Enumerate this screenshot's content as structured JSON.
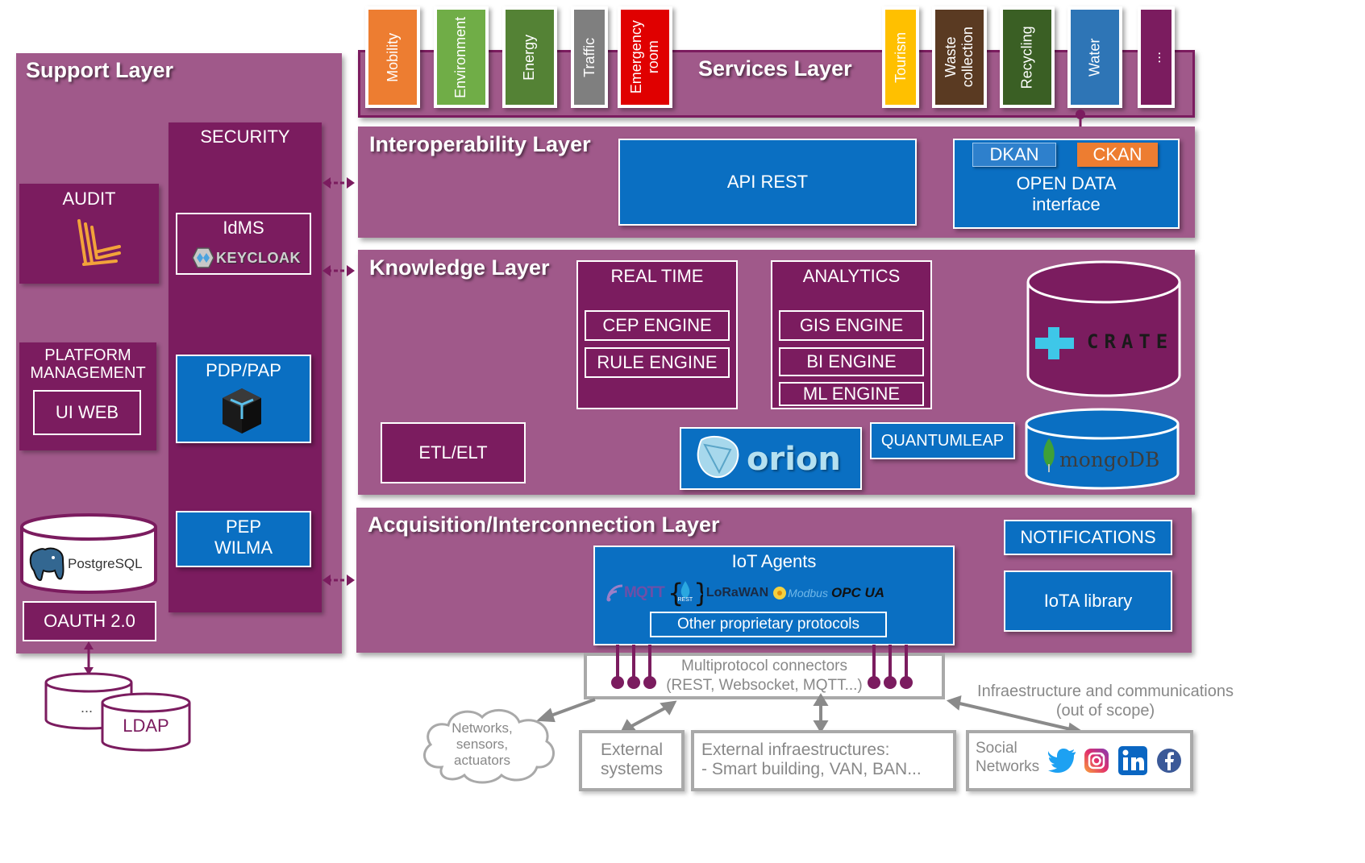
{
  "layers": {
    "support": "Support Layer",
    "services": "Services Layer",
    "interoperability": "Interoperability Layer",
    "knowledge": "Knowledge Layer",
    "acquisition": "Acquisition/Interconnection Layer"
  },
  "support": {
    "security": "SECURITY",
    "audit": "AUDIT",
    "platform_line1": "PLATFORM",
    "platform_line2": "MANAGEMENT",
    "ui_web": "UI WEB",
    "idms": "IdMS",
    "keycloak": "KEYCLOAK",
    "pdp_pap": "PDP/PAP",
    "pep_line1": "PEP",
    "pep_line2": "WILMA",
    "postgres": "PostgreSQL",
    "oauth": "OAUTH 2.0",
    "ldap": "LDAP",
    "ldap_other": "..."
  },
  "services": [
    {
      "label": "Mobility",
      "color": "#ed7d31"
    },
    {
      "label": "Environment",
      "color": "#70ad47"
    },
    {
      "label": "Energy",
      "color": "#548235"
    },
    {
      "label": "Traffic",
      "color": "#7f7f7f"
    },
    {
      "label": "Emergency room",
      "color": "#e00000"
    },
    {
      "label": "Tourism",
      "color": "#ffc000"
    },
    {
      "label": "Waste collection",
      "color": "#5a3a22"
    },
    {
      "label": "Recycling",
      "color": "#3a5f24"
    },
    {
      "label": "Water",
      "color": "#2e75b6"
    },
    {
      "label": "...",
      "color": "#7b1c5f"
    }
  ],
  "interop": {
    "api_rest": "API REST",
    "dkan": "DKAN",
    "ckan": "CKAN",
    "open_data_line1": "OPEN DATA",
    "open_data_line2": "interface"
  },
  "knowledge": {
    "real_time": "REAL TIME",
    "cep": "CEP ENGINE",
    "rule": "RULE ENGINE",
    "analytics": "ANALYTICS",
    "gis": "GIS ENGINE",
    "bi": "BI ENGINE",
    "ml": "ML ENGINE",
    "crate": "CRATE",
    "etl": "ETL/ELT",
    "orion": "orion",
    "quantumleap": "QUANTUMLEAP",
    "mongodb": "mongoDB"
  },
  "acquisition": {
    "notifications": "NOTIFICATIONS",
    "iota": "IoTA library",
    "iot_agents": "IoT Agents",
    "mqtt": "MQTT",
    "rest": "REST",
    "lorawan": "LoRaWAN",
    "modbus": "Modbus",
    "opcua": "OPC UA",
    "other": "Other proprietary protocols"
  },
  "bottom": {
    "connectors_line1": "Multiprotocol connectors",
    "connectors_line2": "(REST, Websocket, MQTT...)",
    "infra_line1": "Infraestructure and communications",
    "infra_line2": "(out of scope)",
    "networks_line1": "Networks,",
    "networks_line2": "sensors,",
    "networks_line3": "actuators",
    "external_line1": "External",
    "external_line2": "systems",
    "ext_infra_line1": "External infraestructures:",
    "ext_infra_line2": "- Smart building, VAN, BAN...",
    "social_line1": "Social",
    "social_line2": "Networks"
  },
  "colors": {
    "layer": "#a0598a",
    "dark": "#7b1c5f",
    "blue": "#0a6fc2",
    "orange": "#ed7d31",
    "grey": "#a9a9a9"
  },
  "icons": [
    "audit-icon",
    "keycloak-icon",
    "pdp-cube-icon",
    "postgresql-elephant-icon",
    "crate-plus-icon",
    "orion-icon",
    "mongodb-leaf-icon",
    "twitter-icon",
    "instagram-icon",
    "linkedin-icon",
    "facebook-icon"
  ]
}
